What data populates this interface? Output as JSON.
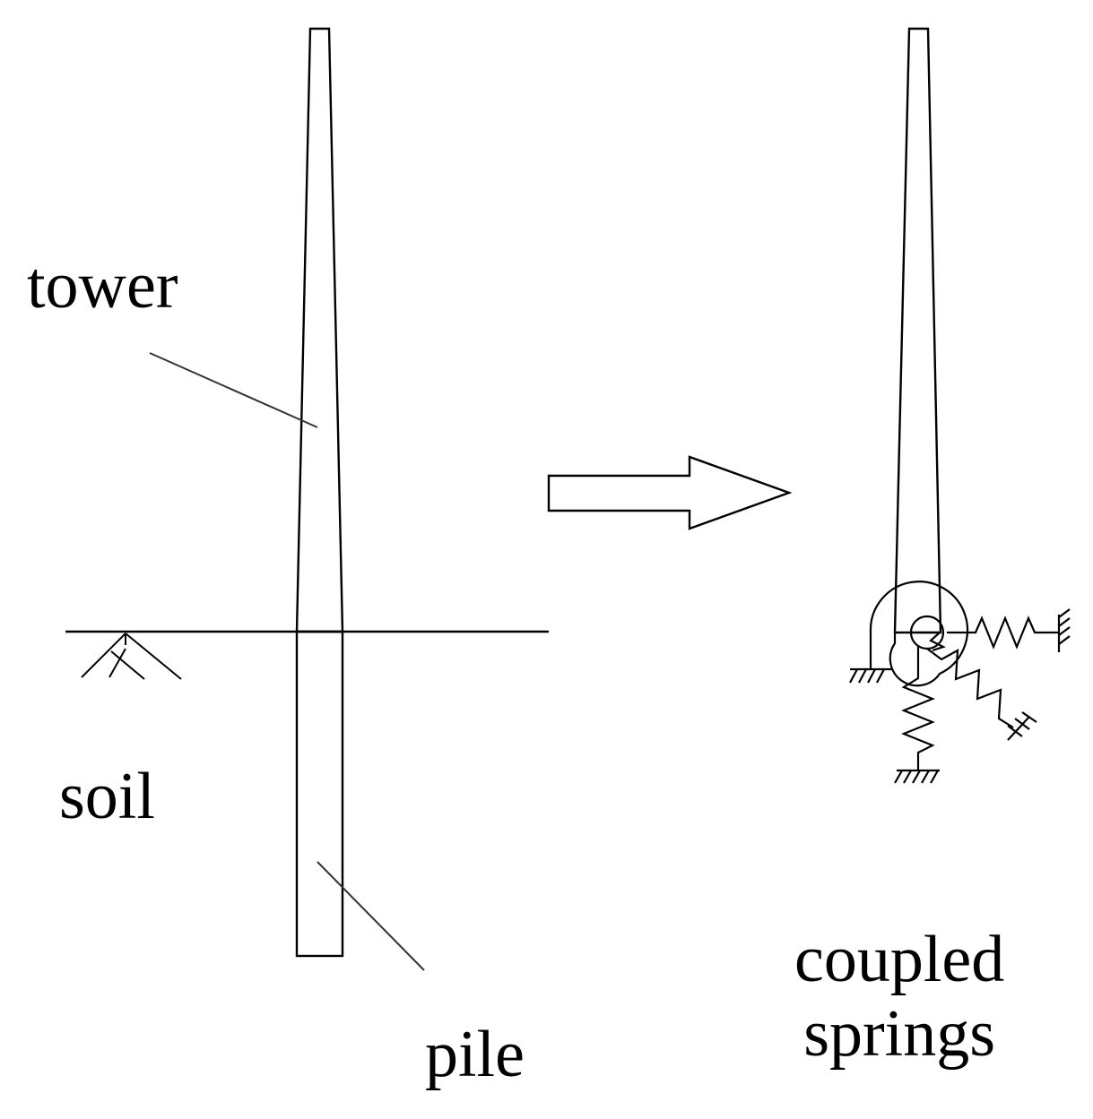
{
  "labels": {
    "tower": "tower",
    "soil": "soil",
    "pile": "pile",
    "coupled_line1": "coupled",
    "coupled_line2": "springs"
  },
  "colors": {
    "stroke": "#000000",
    "leader": "#333333",
    "background": "#ffffff"
  }
}
